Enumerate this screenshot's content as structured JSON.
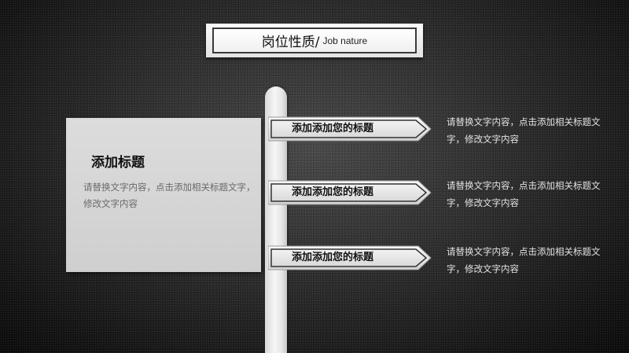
{
  "title": {
    "cn": "岗位性质/",
    "en": "Job nature"
  },
  "left_panel": {
    "heading": "添加标题",
    "body": "请替换文字内容，点击添加相关标题文字，修改文字内容"
  },
  "signs": [
    {
      "label": "添加添加您的标题",
      "desc": "请替换文字内容，点击添加相关标题文字，修改文字内容"
    },
    {
      "label": "添加添加您的标题",
      "desc": "请替换文字内容，点击添加相关标题文字，修改文字内容"
    },
    {
      "label": "添加添加您的标题",
      "desc": "请替换文字内容，点击添加相关标题文字，修改文字内容"
    }
  ]
}
